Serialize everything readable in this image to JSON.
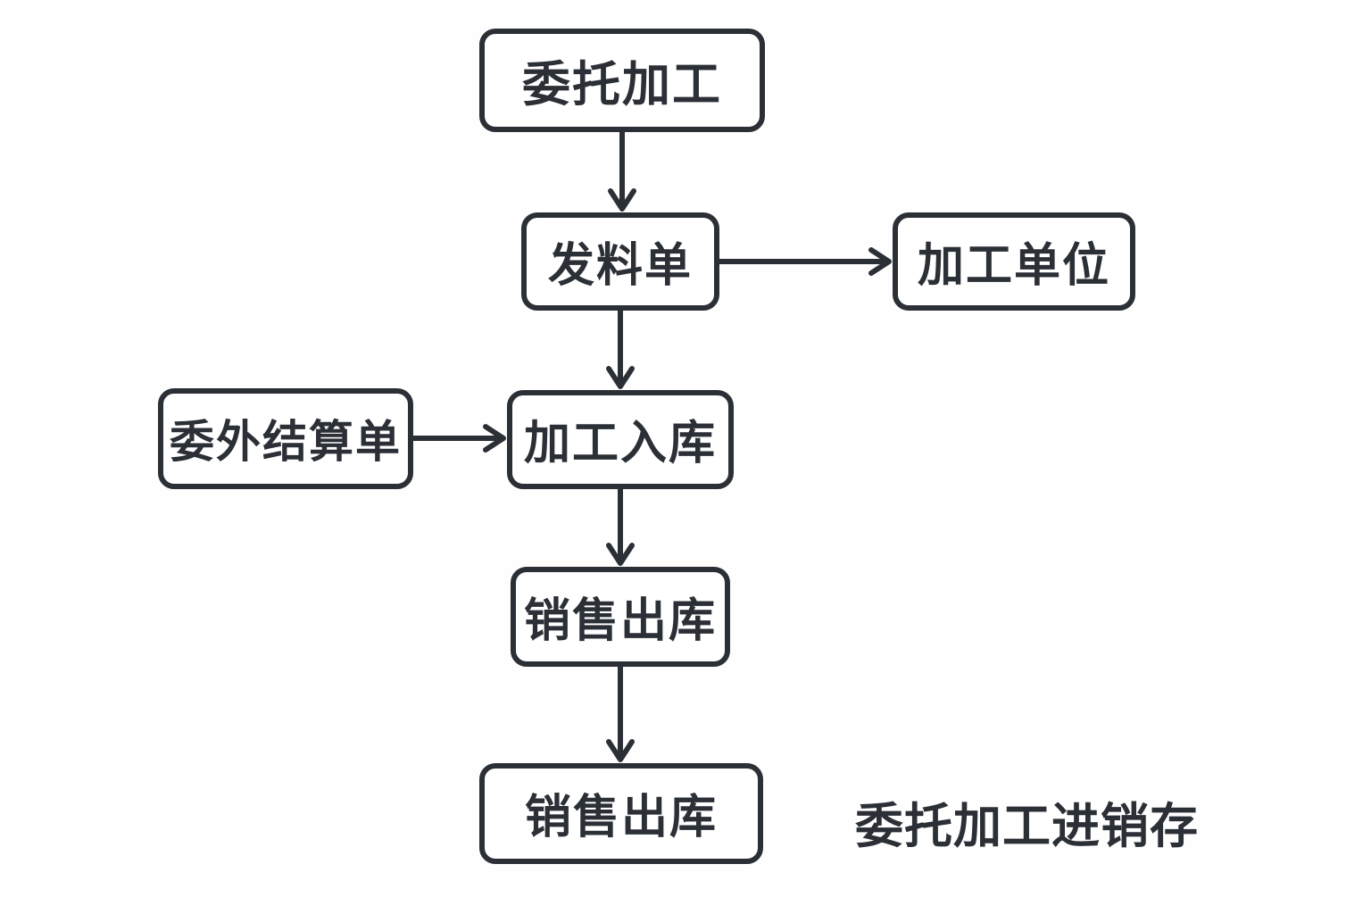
{
  "diagram": {
    "type": "flowchart",
    "caption": "委托加工进销存",
    "nodes": [
      {
        "id": "entrust-processing",
        "label": "委托加工"
      },
      {
        "id": "material-issue-slip",
        "label": "发料单"
      },
      {
        "id": "processing-unit",
        "label": "加工单位"
      },
      {
        "id": "outsourcing-settlement-slip",
        "label": "委外结算单"
      },
      {
        "id": "processing-inbound",
        "label": "加工入库"
      },
      {
        "id": "sales-outbound-1",
        "label": "销售出库"
      },
      {
        "id": "sales-outbound-2",
        "label": "销售出库"
      }
    ],
    "edges": [
      {
        "from": "entrust-processing",
        "to": "material-issue-slip",
        "direction": "down"
      },
      {
        "from": "material-issue-slip",
        "to": "processing-unit",
        "direction": "right"
      },
      {
        "from": "material-issue-slip",
        "to": "processing-inbound",
        "direction": "down"
      },
      {
        "from": "outsourcing-settlement-slip",
        "to": "processing-inbound",
        "direction": "right"
      },
      {
        "from": "processing-inbound",
        "to": "sales-outbound-1",
        "direction": "down"
      },
      {
        "from": "sales-outbound-1",
        "to": "sales-outbound-2",
        "direction": "down"
      }
    ]
  },
  "colors": {
    "stroke": "#2b2f36",
    "node-fill": "#ffffff",
    "background": "#fefefe",
    "text": "#2b2f36"
  }
}
